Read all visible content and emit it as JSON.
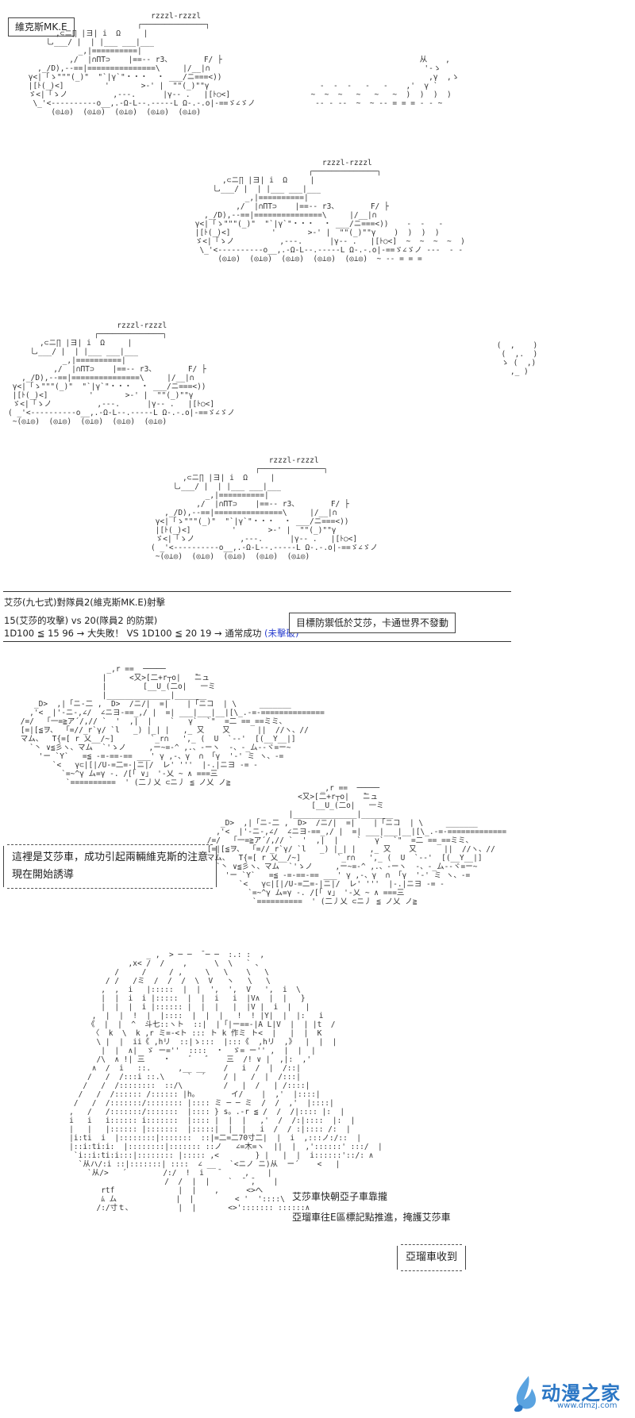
{
  "name_box": "維克斯MK.E",
  "tank1_label": "rzzzl-rzzzl",
  "result": {
    "line1": "艾莎(九七式)對隊員2(維克斯MK.E)射擊",
    "line2": "15(艾莎的攻擊) vs 20(隊員2 的防禦)",
    "line3_main": "1D100 ≦ 15  96 → 大失敗！ VS 1D100 ≦ 20  19 → 通常成功 ",
    "line3_blue": "(未擊破)"
  },
  "note_box": "目標防禦低於艾莎，卡通世界不發動",
  "speech1": [
    "這裡是艾莎車，成功引起兩輛維克斯的注意",
    "現在開始誘導"
  ],
  "narration": [
    "艾莎車快朝亞子車靠攏",
    "亞瑠車往E區標記點推進，掩護艾莎車"
  ],
  "speech2": "亞瑠車收到",
  "logo": {
    "main": "动漫之家",
    "url": "www.dmzj.com"
  },
  "colors": {
    "accent_blue": "#2a3fcf",
    "logo_blue": "#2b77c5"
  }
}
